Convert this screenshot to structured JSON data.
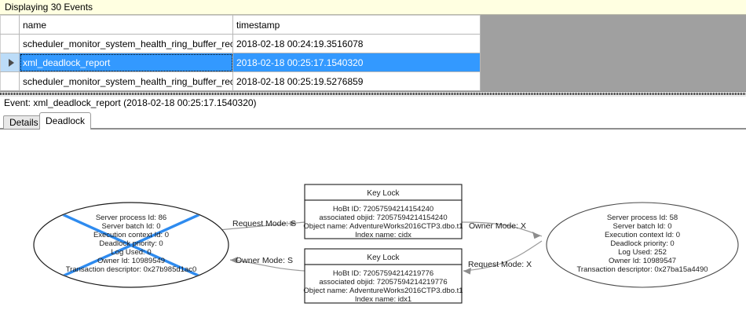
{
  "banner": {
    "text": "Displaying 30 Events"
  },
  "grid": {
    "columns": [
      {
        "key": "selector",
        "label": ""
      },
      {
        "key": "name",
        "label": "name"
      },
      {
        "key": "timestamp",
        "label": "timestamp"
      }
    ],
    "rows": [
      {
        "selected": false,
        "marker": "",
        "name": "scheduler_monitor_system_health_ring_buffer_recorded",
        "timestamp": "2018-02-18 00:24:19.3516078"
      },
      {
        "selected": true,
        "marker": "row-selector-arrow",
        "name": "xml_deadlock_report",
        "timestamp": "2018-02-18 00:25:17.1540320"
      },
      {
        "selected": false,
        "marker": "",
        "name": "scheduler_monitor_system_health_ring_buffer_recorded",
        "timestamp": "2018-02-18 00:25:19.5276859"
      }
    ],
    "selection_color": "#3399ff",
    "empty_area_color": "#a0a0a0"
  },
  "event_caption": {
    "text": "Event: xml_deadlock_report (2018-02-18 00:25:17.1540320)"
  },
  "tabs": [
    {
      "label": "Details",
      "active": false
    },
    {
      "label": "Deadlock",
      "active": true
    }
  ],
  "deadlock": {
    "victim_marker_color": "#2e8bef",
    "processes": [
      {
        "id": "left-process-node",
        "is_victim": true,
        "lines": [
          "Server process Id: 86",
          "Server batch Id: 0",
          "Execution context Id: 0",
          "Deadlock priority: 0",
          "Log Used: 0",
          "Owner Id: 10989549",
          "Transaction descriptor: 0x27b985d1ac0"
        ]
      },
      {
        "id": "right-process-node",
        "is_victim": false,
        "lines": [
          "Server process Id: 58",
          "Server batch Id: 0",
          "Execution context Id: 0",
          "Deadlock priority: 0",
          "Log Used: 252",
          "Owner Id: 10989547",
          "Transaction descriptor: 0x27ba15a4490"
        ]
      }
    ],
    "resources": [
      {
        "id": "top-key-lock-node",
        "title": "Key Lock",
        "lines": [
          "HoBt ID: 72057594214154240",
          "associated objid: 72057594214154240",
          "Object name: AdventureWorks2016CTP3.dbo.t1",
          "Index name: cidx"
        ]
      },
      {
        "id": "bottom-key-lock-node",
        "title": "Key Lock",
        "lines": [
          "HoBt ID: 72057594214219776",
          "associated objid: 72057594214219776",
          "Object name: AdventureWorks2016CTP3.dbo.t1",
          "Index name: idx1"
        ]
      }
    ],
    "edges": [
      {
        "id": "edge-left-request-top",
        "label": "Request Mode: S"
      },
      {
        "id": "edge-top-owner-right",
        "label": "Owner Mode: X"
      },
      {
        "id": "edge-bottom-owner-left",
        "label": "Owner Mode: S"
      },
      {
        "id": "edge-right-request-bottom",
        "label": "Request Mode: X"
      }
    ]
  }
}
